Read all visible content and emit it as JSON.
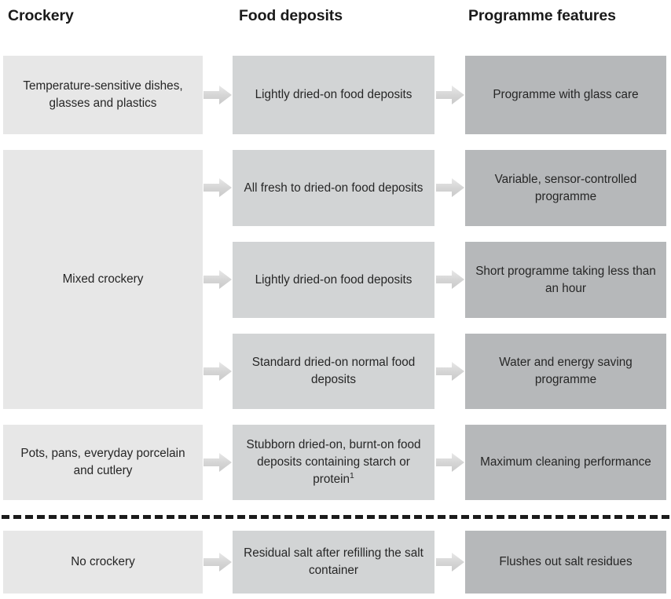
{
  "headers": {
    "col1": "Crockery",
    "col2": "Food deposits",
    "col3": "Programme features"
  },
  "colors": {
    "column1_fill": "#e7e7e7",
    "column2_fill": "#d2d4d5",
    "column3_fill": "#b6b8ba",
    "arrow_fill": "#d9d9d9",
    "divider": "#1b1b1b",
    "text": "#262626",
    "background": "#ffffff"
  },
  "rows": [
    {
      "crockery": "Temperature-sensitive dishes, glasses and plastics",
      "deposits": "Lightly dried-on food deposits",
      "programme": "Programme with glass care"
    },
    {
      "crockery": "Mixed crockery",
      "deposits": "All fresh to dried-on food deposits",
      "programme": "Variable, sensor-controlled programme"
    },
    {
      "deposits": "Lightly dried-on food deposits",
      "programme": "Short programme taking less than an hour"
    },
    {
      "deposits": "Standard dried-on normal food deposits",
      "programme": "Water and energy saving programme"
    },
    {
      "crockery": "Pots, pans, everyday porcelain and cutlery",
      "deposits_prefix": "Stubborn dried-on, burnt-on food deposits containing starch or protein",
      "deposits_footnote": "1",
      "programme": "Maximum cleaning performance"
    },
    {
      "crockery": "No crockery",
      "deposits": "Residual salt after refilling the salt container",
      "programme": "Flushes out salt residues"
    }
  ],
  "icons": {
    "arrow": "arrow-right-icon"
  }
}
